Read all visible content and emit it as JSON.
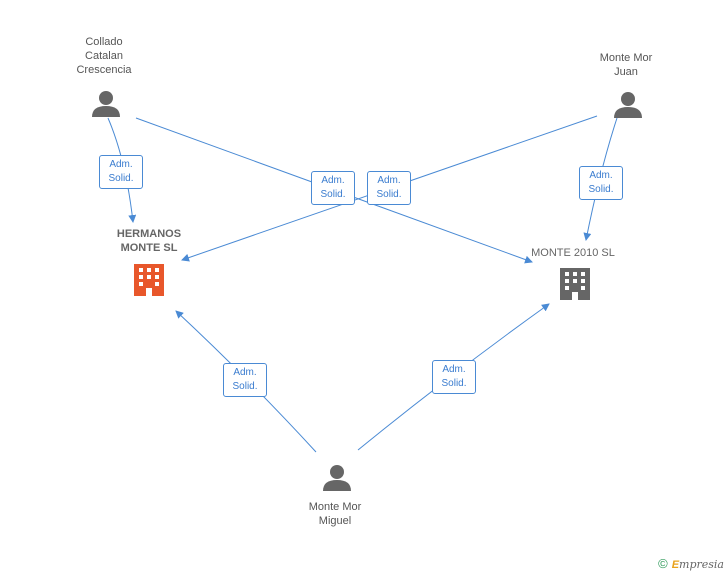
{
  "nodes": {
    "collado": {
      "lines": [
        "Collado",
        "Catalan",
        "Crescencia"
      ],
      "kind": "person"
    },
    "juan": {
      "lines": [
        "Monte Mor",
        "Juan"
      ],
      "kind": "person"
    },
    "miguel": {
      "lines": [
        "Monte Mor",
        "Miguel"
      ],
      "kind": "person"
    },
    "hermanos": {
      "lines": [
        "HERMANOS",
        "MONTE SL"
      ],
      "kind": "company",
      "color": "#e8572b"
    },
    "monte2010": {
      "lines": [
        "MONTE 2010 SL"
      ],
      "kind": "company",
      "color": "#666666"
    }
  },
  "edges": [
    {
      "from": "collado",
      "to": "hermanos",
      "label": [
        "Adm.",
        "Solid."
      ]
    },
    {
      "from": "collado",
      "to": "monte2010",
      "label": [
        "Adm.",
        "Solid."
      ]
    },
    {
      "from": "juan",
      "to": "hermanos",
      "label": [
        "Adm.",
        "Solid."
      ]
    },
    {
      "from": "juan",
      "to": "monte2010",
      "label": [
        "Adm.",
        "Solid."
      ]
    },
    {
      "from": "miguel",
      "to": "hermanos",
      "label": [
        "Adm.",
        "Solid."
      ]
    },
    {
      "from": "miguel",
      "to": "monte2010",
      "label": [
        "Adm.",
        "Solid."
      ]
    }
  ],
  "colors": {
    "edge": "#4a8ad4",
    "person_icon": "#666666"
  },
  "footer": {
    "copyright": "©",
    "brand_initial": "E",
    "brand_rest": "mpresia"
  }
}
